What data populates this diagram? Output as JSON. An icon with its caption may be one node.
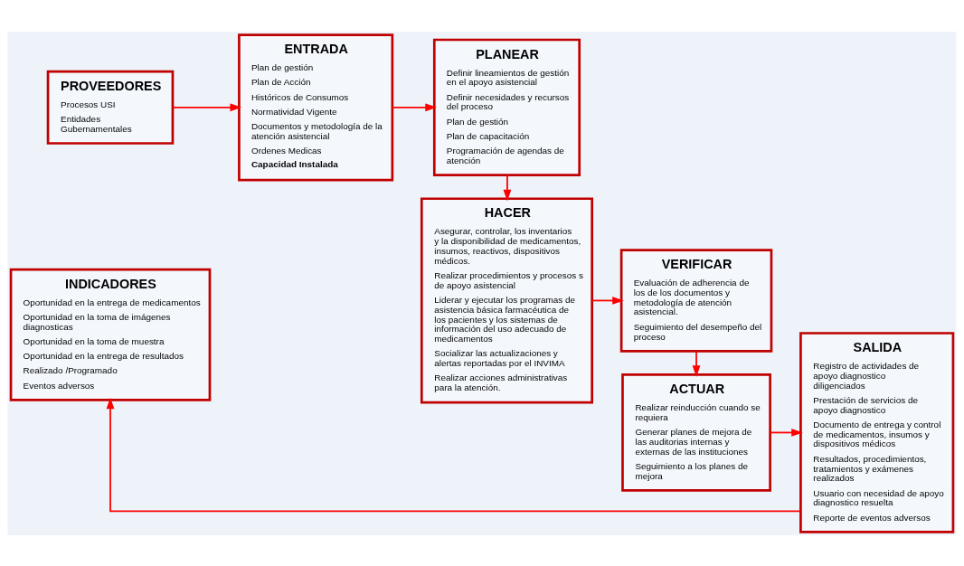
{
  "diagram": {
    "nodes": [
      {
        "text": [
          "PROVEEDORES",
          "Procesos USI",
          "Entidades Gubernamentales"
        ]
      },
      {
        "text": [
          "ENTRADA",
          "Plan de gestión",
          "Plan de Acción",
          "Históricos de Consumos",
          "Normatividad Vigente",
          "Documentos y metodología de la atención asistencial",
          "Ordenes Medicas",
          "Capacidad Instalada"
        ]
      },
      {
        "text": [
          "HACER",
          "Asegurar, controlar, los inventarios y la disponibilidad de medicamentos, insumos, reactivos, dispositivos médicos.",
          "Realizar procedimientos y procesos s de apoyo asistencial",
          "Liderar y ejecutar los programas de asistencia básica farmacéutica de los pacientes y los sistemas de información del uso adecuado de medicamentos",
          "Socializar las actualizaciones y alertas reportadas por el INVIMA",
          "Realizar acciones administrativas para la atención."
        ]
      },
      {
        "text": [
          "VERIFICAR",
          "Evaluación de adherencia de los de los documentos y metodología de atención asistencial.",
          "Seguimiento del desempeño del proceso"
        ]
      },
      {
        "text": [
          "SALIDA",
          "Registro de actividades de apoyo diagnostico diligenciados",
          "Prestación de servicios de apoyo diagnostico",
          "Documento de entrega y control de medicamentos, insumos y dispositivos médicos",
          "Resultados, procedimientos, tratamientos y exámenes realizados",
          "Usuario con necesidad de apoyo diagnostico resuelta",
          "Reporte de eventos adversos"
        ]
      },
      {
        "text": [
          "ACTUAR",
          "Realizar reinducción cuando se requiera",
          "Generar planes de mejora de las auditorias internas y externas de las instituciones",
          "Seguimiento a los planes de mejora"
        ]
      },
      {
        "text": [
          "PLANEAR",
          "Definir lineamientos de gestión en el apoyo asistencial",
          "Definir necesidades y recursos del proceso",
          "Plan de gestión",
          "Plan de capacitación",
          "Programación de agendas de atención"
        ]
      },
      {
        "text": [
          "INDICADORES",
          "Oportunidad en la entrega de medicamentos",
          "Oportunidad en la toma de imágenes diagnosticas",
          "Oportunidad en la toma de muestra",
          "Oportunidad en la entrega de resultados",
          "Realizado /Programado",
          "Eventos adversos"
        ]
      }
    ],
    "edges": [
      {
        "from": 0,
        "to": 1,
        "arrow": "to"
      },
      {
        "from": 1,
        "to": 6,
        "arrow": "to"
      },
      {
        "from": 6,
        "to": 2,
        "arrow": "to"
      },
      {
        "from": 2,
        "to": 3,
        "arrow": "to"
      },
      {
        "from": 3,
        "to": 5,
        "arrow": "to"
      },
      {
        "from": 5,
        "to": 4,
        "arrow": "to"
      },
      {
        "from": 4,
        "to": 7,
        "arrow": "to"
      }
    ]
  }
}
